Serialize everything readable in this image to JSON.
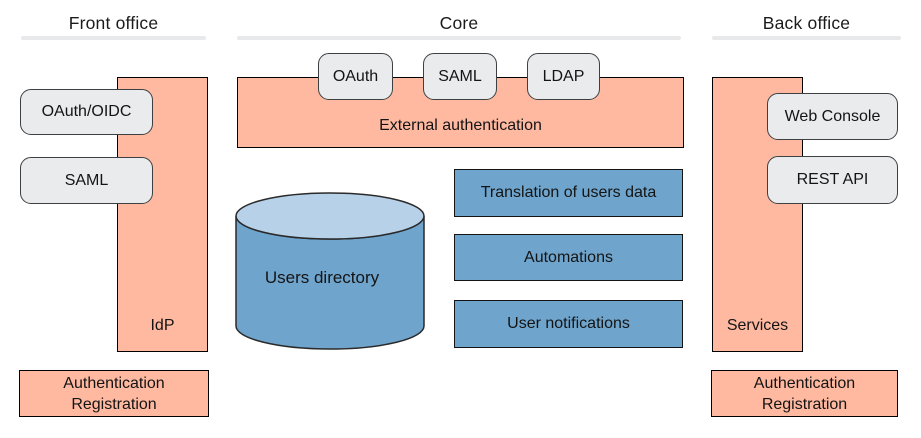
{
  "colors": {
    "salmon": "#ffb9a1",
    "chip_bg": "#e9ebec",
    "chip_border": "#3c4043",
    "blue": "#6fa5cd",
    "blue_light": "#b7d1e8",
    "rule": "#e8e9ea",
    "outline": "#000000",
    "text": "#141414"
  },
  "front_office": {
    "title": "Front office",
    "chips": [
      "OAuth/OIDC",
      "SAML"
    ],
    "column_label": "IdP",
    "footer_line1": "Authentication",
    "footer_line2": "Registration"
  },
  "core": {
    "title": "Core",
    "chips": [
      "OAuth",
      "SAML",
      "LDAP"
    ],
    "external_auth_label": "External authentication",
    "cylinder_label": "Users directory",
    "modules": [
      "Translation of users data",
      "Automations",
      "User notifications"
    ]
  },
  "back_office": {
    "title": "Back office",
    "chips": [
      "Web Console",
      "REST API"
    ],
    "column_label": "Services",
    "footer_line1": "Authentication",
    "footer_line2": "Registration"
  }
}
